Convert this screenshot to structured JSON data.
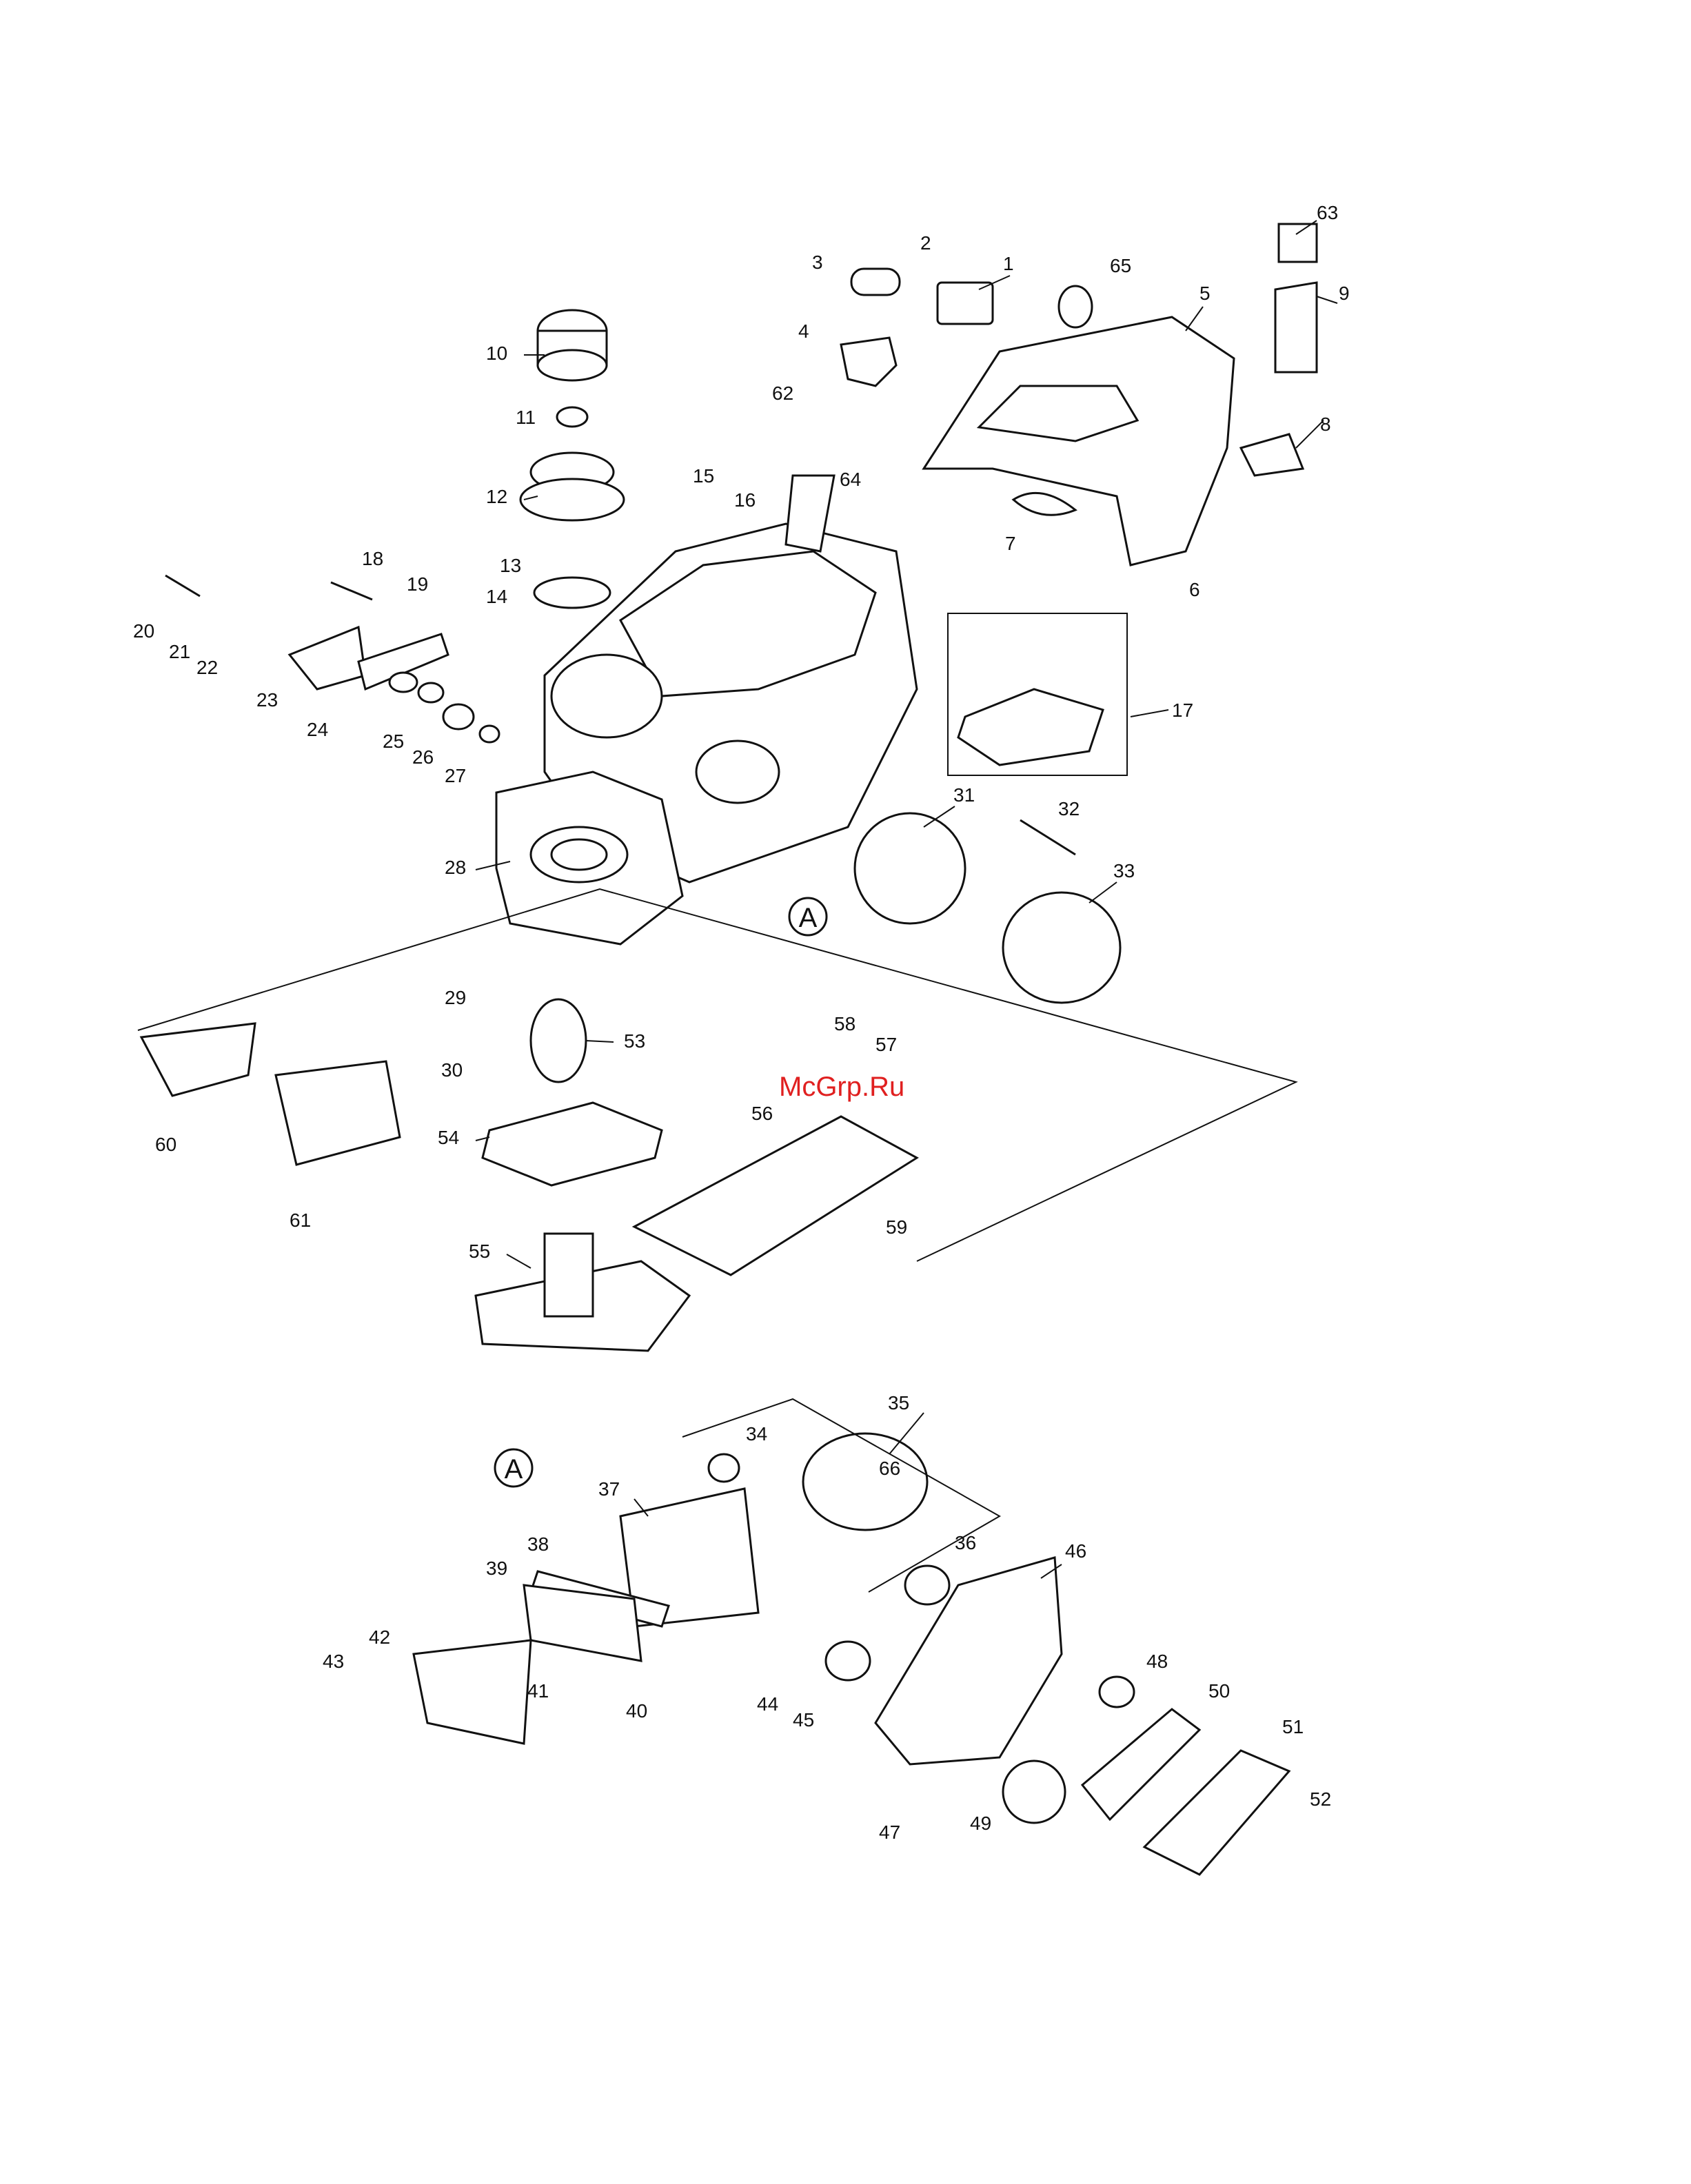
{
  "diagram": {
    "callouts": [
      "1",
      "2",
      "3",
      "4",
      "5",
      "6",
      "7",
      "8",
      "9",
      "10",
      "11",
      "12",
      "13",
      "14",
      "15",
      "16",
      "17",
      "18",
      "19",
      "20",
      "21",
      "22",
      "23",
      "24",
      "25",
      "26",
      "27",
      "28",
      "29",
      "30",
      "31",
      "32",
      "33",
      "34",
      "35",
      "36",
      "37",
      "38",
      "39",
      "40",
      "41",
      "42",
      "43",
      "44",
      "45",
      "46",
      "47",
      "48",
      "49",
      "50",
      "51",
      "52",
      "53",
      "54",
      "55",
      "56",
      "57",
      "58",
      "59",
      "60",
      "61",
      "62",
      "63",
      "64",
      "65",
      "66"
    ],
    "reference_marker": "A",
    "watermark": "McGrp.Ru"
  }
}
